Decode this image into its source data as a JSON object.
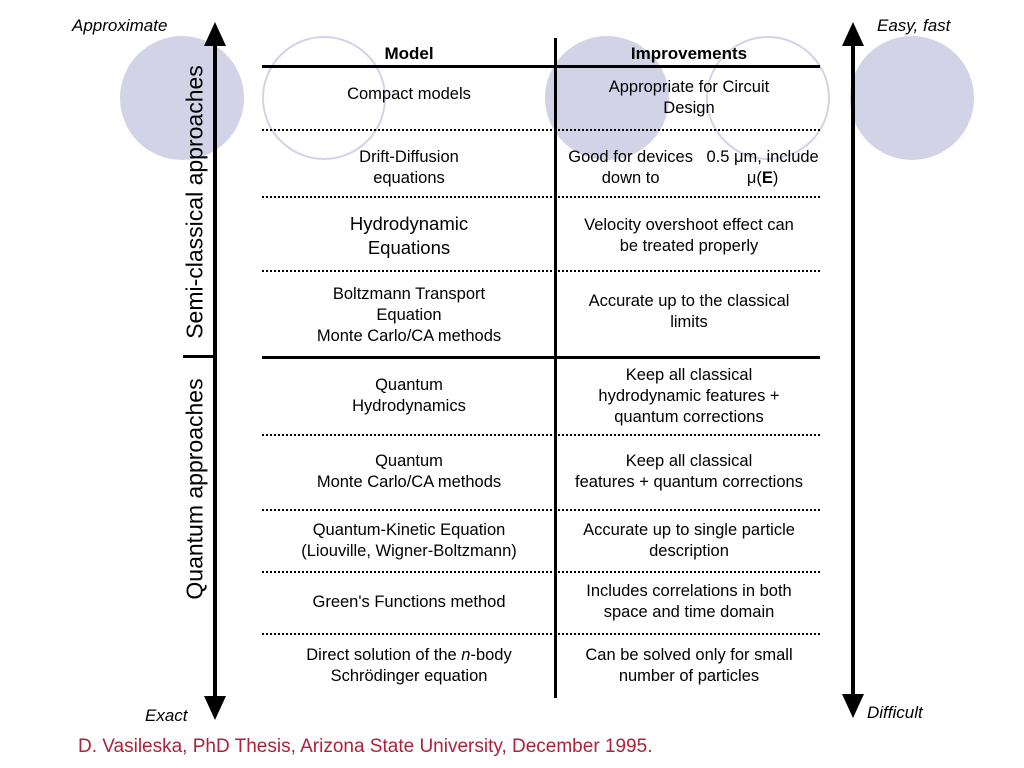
{
  "corners": {
    "top_left": "Approximate",
    "bottom_left": "Exact",
    "top_right": "Easy, fast",
    "bottom_right": "Difficult"
  },
  "axis_labels": {
    "semi_classical": "Semi-classical approaches",
    "quantum": "Quantum approaches"
  },
  "table": {
    "headers": {
      "model": "Model",
      "improvements": "Improvements"
    },
    "rows": [
      {
        "model": "Compact models",
        "improvement": "Appropriate for Circuit\nDesign"
      },
      {
        "model": "Drift-Diffusion\nequations",
        "improvement": "Good for devices down to\n0.5 μm, include μ(E)"
      },
      {
        "model": "Hydrodynamic\nEquations",
        "improvement": "Velocity overshoot effect can\nbe treated properly"
      },
      {
        "model": "Boltzmann Transport\nEquation\nMonte Carlo/CA methods",
        "improvement": "Accurate up to the classical\nlimits"
      },
      {
        "model": "Quantum\nHydrodynamics",
        "improvement": "Keep all classical\nhydrodynamic features +\nquantum corrections"
      },
      {
        "model": "Quantum\nMonte Carlo/CA methods",
        "improvement": "Keep all classical\nfeatures + quantum corrections"
      },
      {
        "model": "Quantum-Kinetic Equation\n(Liouville, Wigner-Boltzmann)",
        "improvement": "Accurate up to single particle\ndescription"
      },
      {
        "model": "Green's Functions method",
        "improvement": "Includes correlations in both\nspace and time domain"
      },
      {
        "model": "Direct solution of the n-body\nSchrödinger equation",
        "improvement": "Can be solved only for small\nnumber of particles"
      }
    ]
  },
  "citation": "D. Vasileska, PhD Thesis, Arizona State University, December 1995.",
  "colors": {
    "circle": "#d3d3e8",
    "citation": "#b0203a"
  }
}
